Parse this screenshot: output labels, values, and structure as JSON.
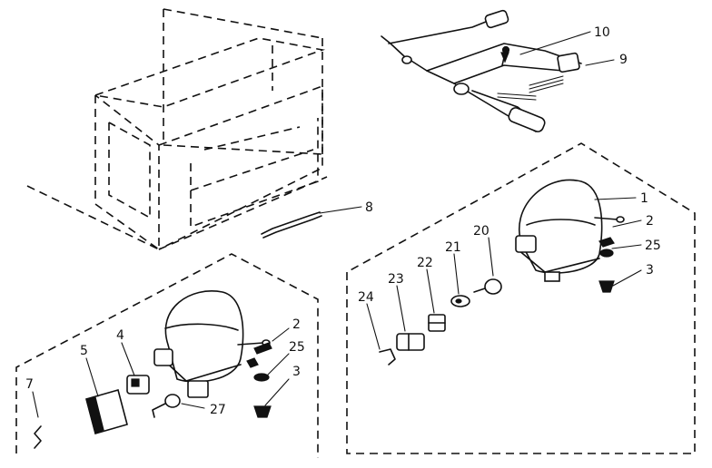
{
  "labels": {
    "part_1": "1",
    "part_2_right": "2",
    "part_3_right": "3",
    "part_25_right": "25",
    "part_20": "20",
    "part_21": "21",
    "part_22": "22",
    "part_23": "23",
    "part_24": "24",
    "part_10": "10",
    "part_9": "9",
    "part_8": "8",
    "part_2_left": "2",
    "part_25_left": "25",
    "part_3_left": "3",
    "part_4": "4",
    "part_5": "5",
    "part_27": "27",
    "part_7": "7"
  }
}
